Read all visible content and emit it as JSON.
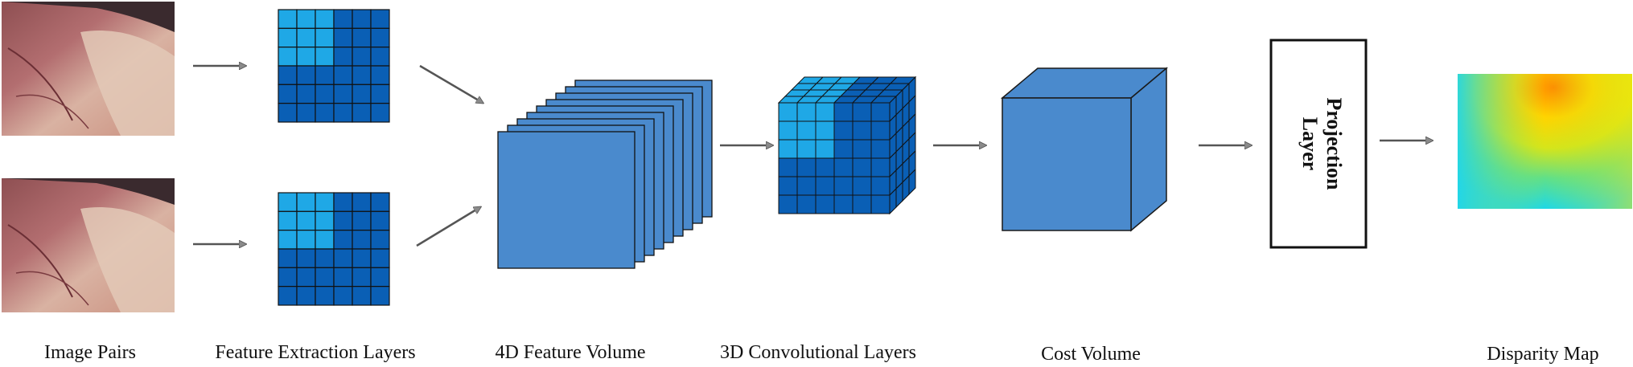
{
  "labels": {
    "image_pairs": "Image Pairs",
    "feature_extraction": "Feature Extraction Layers",
    "feature_volume_4d": "4D Feature Volume",
    "conv3d_layers": "3D Convolutional Layers",
    "cost_volume": "Cost Volume",
    "projection_line1": "Projection",
    "projection_line2": "Layer",
    "disparity_map": "Disparity Map"
  },
  "colors": {
    "grid_dark": "#0A5FB5",
    "grid_light": "#1FA8E6",
    "volume_face": "#4A8ACD",
    "arrow": "#555555",
    "tissue": "#C28A86"
  },
  "icons": {
    "input_image": "endoscopic-tissue-image",
    "arrow": "right-arrow-icon"
  }
}
